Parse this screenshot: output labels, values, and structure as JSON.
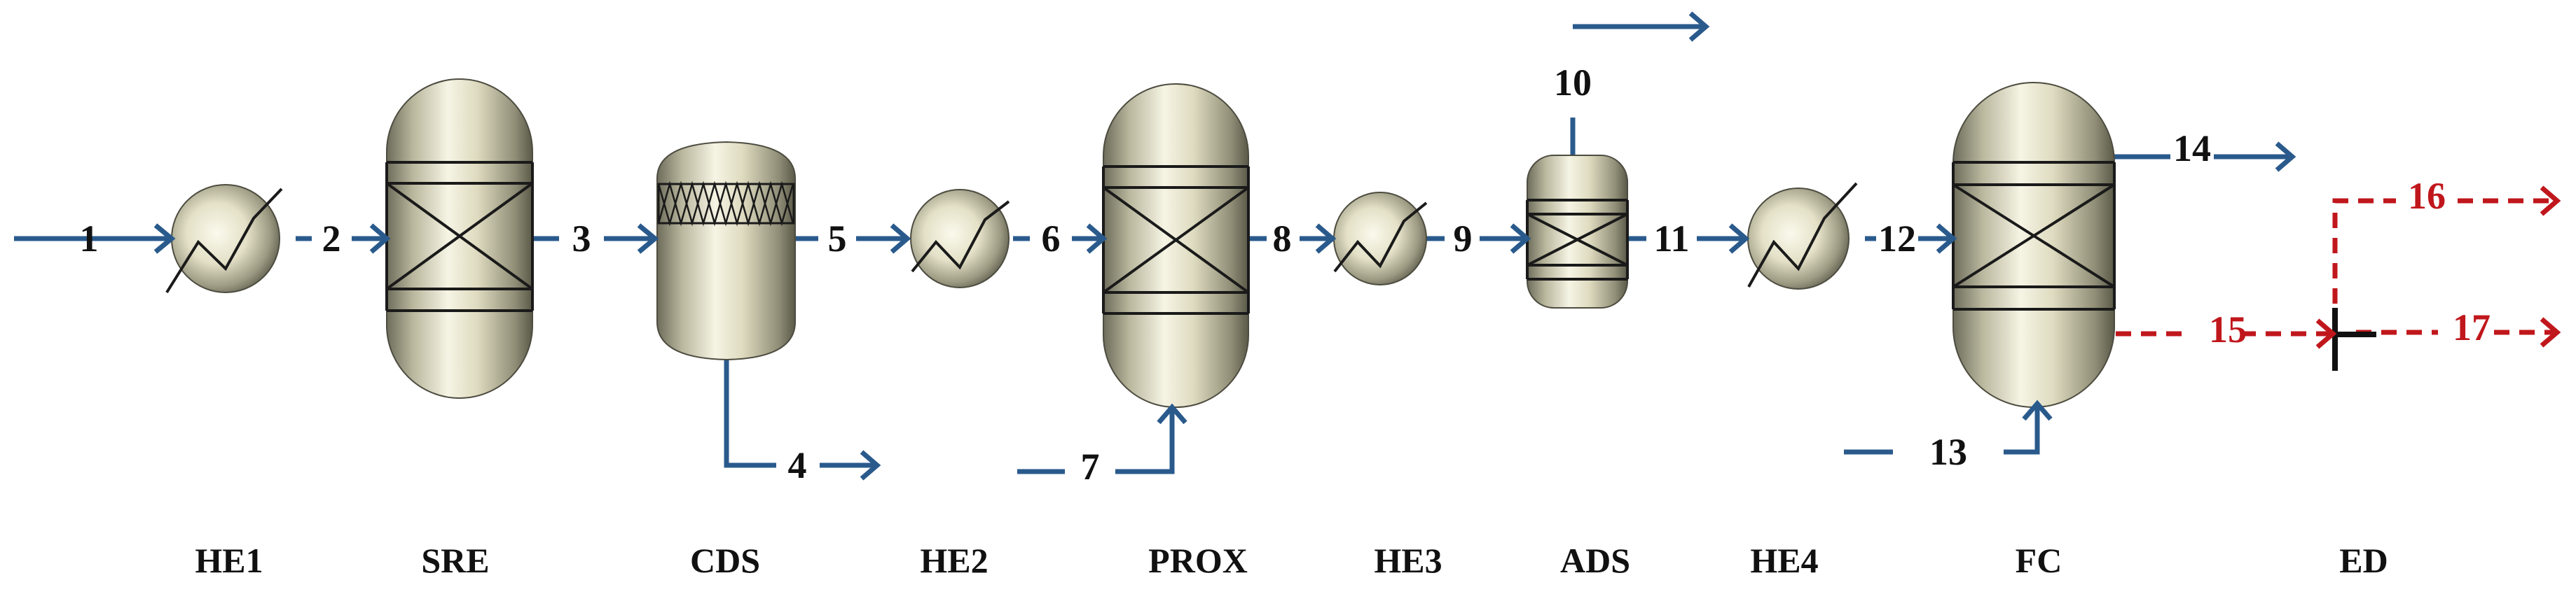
{
  "colors": {
    "flow_stream": "#2a5a8c",
    "electric_stream": "#c0171c",
    "equipment_light": "#f4f2e2",
    "equipment_dark": "#6d6c5b",
    "text": "#111111"
  },
  "units": [
    {
      "id": "HE1",
      "label": "HE1",
      "type": "heat-exchanger"
    },
    {
      "id": "SRE",
      "label": "SRE",
      "type": "reactor"
    },
    {
      "id": "CDS",
      "label": "CDS",
      "type": "packed-column"
    },
    {
      "id": "HE2",
      "label": "HE2",
      "type": "heat-exchanger"
    },
    {
      "id": "PROX",
      "label": "PROX",
      "type": "reactor"
    },
    {
      "id": "HE3",
      "label": "HE3",
      "type": "heat-exchanger"
    },
    {
      "id": "ADS",
      "label": "ADS",
      "type": "small-reactor"
    },
    {
      "id": "HE4",
      "label": "HE4",
      "type": "heat-exchanger"
    },
    {
      "id": "FC",
      "label": "FC",
      "type": "reactor"
    },
    {
      "id": "ED",
      "label": "ED",
      "type": "electric-splitter"
    }
  ],
  "streams": [
    {
      "label": "1"
    },
    {
      "label": "2"
    },
    {
      "label": "3"
    },
    {
      "label": "4"
    },
    {
      "label": "5"
    },
    {
      "label": "6"
    },
    {
      "label": "7"
    },
    {
      "label": "8"
    },
    {
      "label": "9"
    },
    {
      "label": "10"
    },
    {
      "label": "11"
    },
    {
      "label": "12"
    },
    {
      "label": "13"
    },
    {
      "label": "14"
    },
    {
      "label": "15"
    },
    {
      "label": "16"
    },
    {
      "label": "17"
    }
  ]
}
